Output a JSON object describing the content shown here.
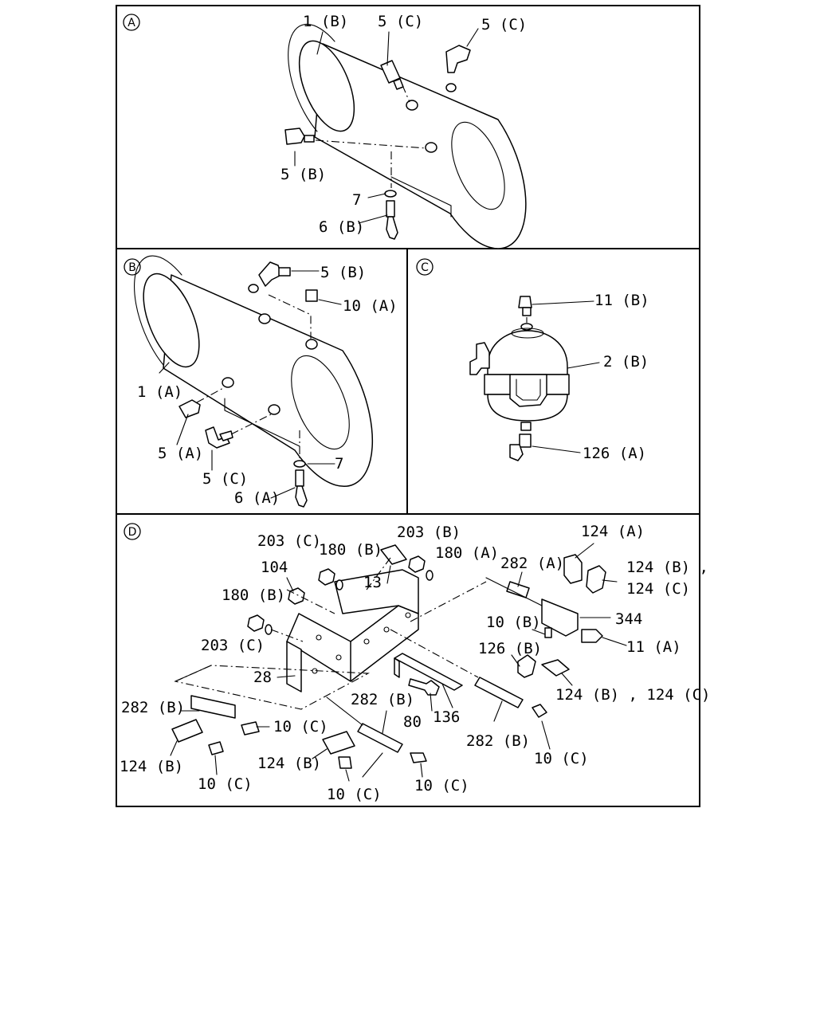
{
  "panels": [
    {
      "id": "A",
      "marker": "A",
      "labels": [
        "1 (B)",
        "5 (C)",
        "5 (C)",
        "5 (B)",
        "7",
        "6 (B)"
      ]
    },
    {
      "id": "B",
      "marker": "B",
      "labels": [
        "5 (B)",
        "10 (A)",
        "1 (A)",
        "5 (A)",
        "5 (C)",
        "7",
        "6 (A)"
      ]
    },
    {
      "id": "C",
      "marker": "C",
      "labels": [
        "11 (B)",
        "2 (B)",
        "126 (A)"
      ]
    },
    {
      "id": "D",
      "marker": "D",
      "labels": [
        "124 (A)",
        "203 (C)",
        "180 (B)",
        "203 (B)",
        "180 (A)",
        "104",
        "13",
        "282 (A)",
        "124 (B) ,",
        "124 (C)",
        "180 (B)",
        "344",
        "10 (B)",
        "203 (C)",
        "11 (A)",
        "126 (B)",
        "28",
        "124 (B) , 124 (C)",
        "282 (B)",
        "282 (B)",
        "80",
        "136",
        "10 (C)",
        "282 (B)",
        "124 (B)",
        "124 (B)",
        "10 (C)",
        "10 (C)",
        "10 (C)",
        "10 (C)"
      ]
    }
  ]
}
